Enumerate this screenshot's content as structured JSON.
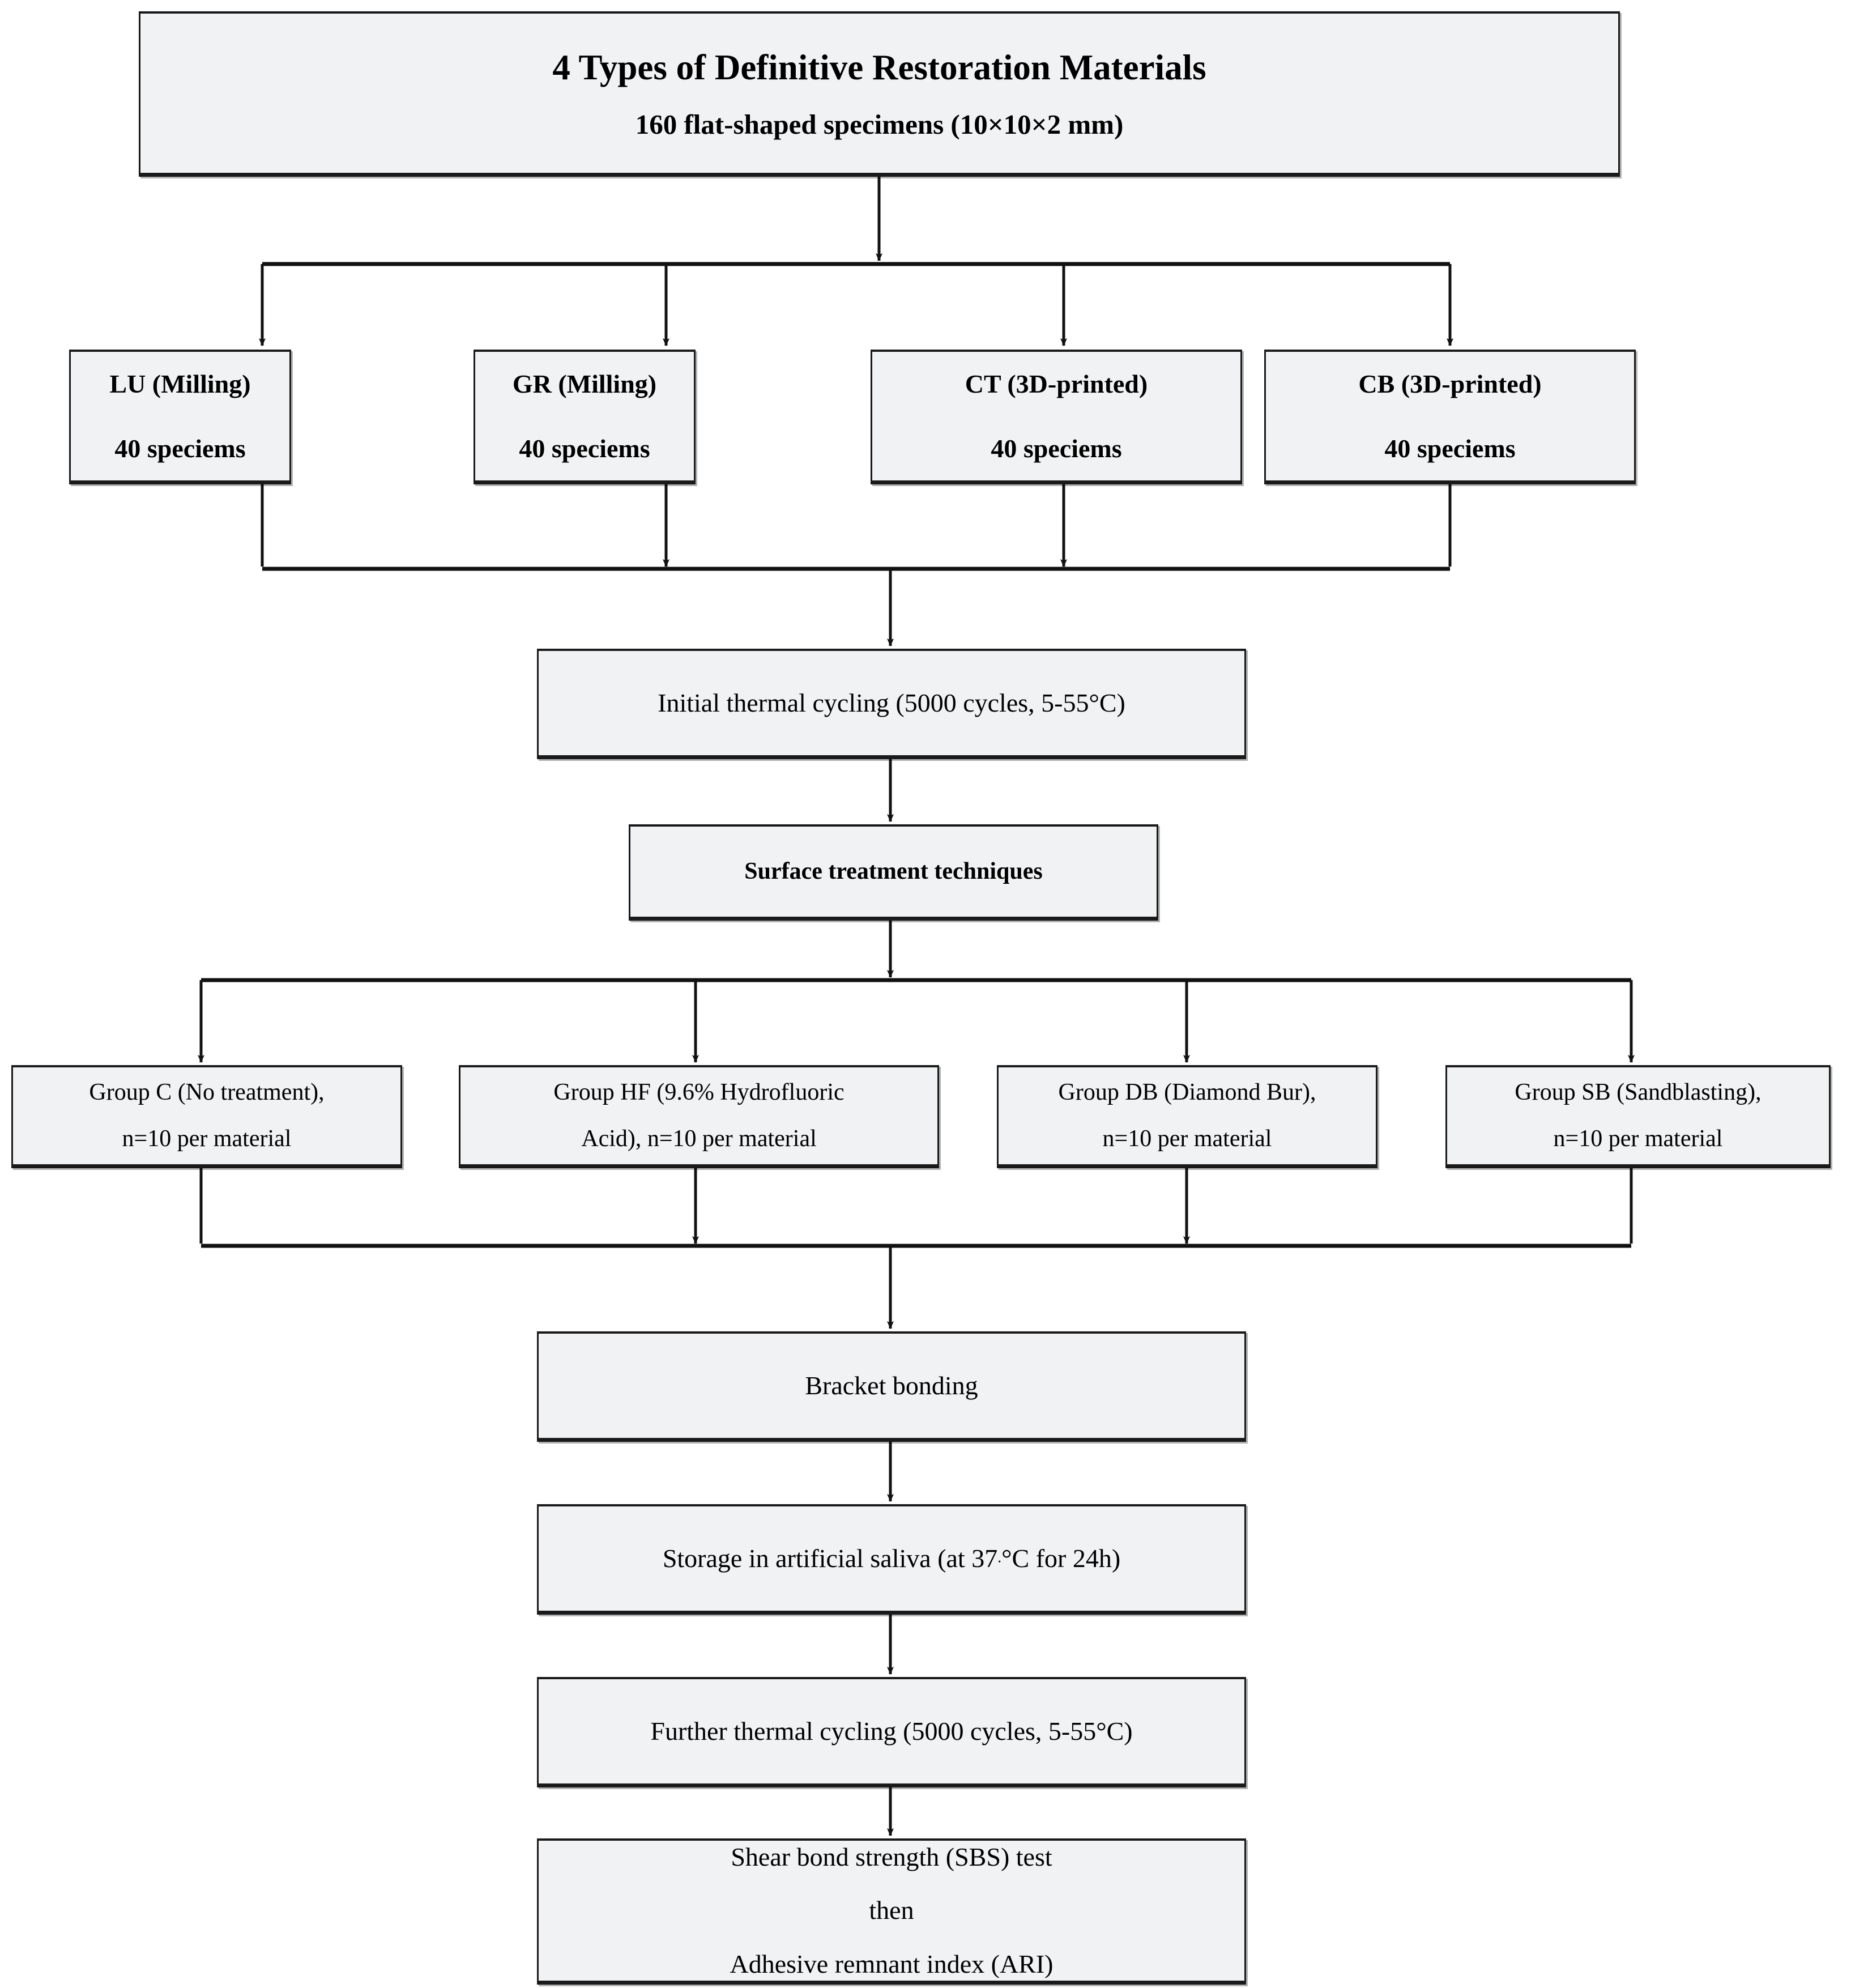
{
  "diagram": {
    "type": "flowchart",
    "title_box": {
      "title": "4 Types of Definitive Restoration Materials",
      "subtitle": "160 flat-shaped specimens (10×10×2 mm)"
    },
    "materials": [
      {
        "name": "LU (Milling)",
        "count": "40 speciems"
      },
      {
        "name": "GR (Milling)",
        "count": "40 speciems"
      },
      {
        "name": "CT (3D-printed)",
        "count": "40 speciems"
      },
      {
        "name": "CB (3D-printed)",
        "count": "40 speciems"
      }
    ],
    "initial_thermal_cycling": "Initial thermal cycling (5000 cycles, 5-55°C)",
    "surface_treatment": "Surface treatment techniques",
    "groups": [
      {
        "line1": "Group C (No treatment),",
        "line2": "n=10 per material"
      },
      {
        "line1": "Group HF (9.6% Hydrofluoric",
        "line2": "Acid), n=10 per material"
      },
      {
        "line1": "Group DB (Diamond Bur),",
        "line2": "n=10 per material"
      },
      {
        "line1": "Group SB (Sandblasting),",
        "line2": "n=10 per material"
      }
    ],
    "bracket_bonding": "Bracket bonding",
    "storage": {
      "pre": "Storage in artificial saliva (at 37",
      "degree_mark": ".",
      "post": "°C for 24h)"
    },
    "further_thermal_cycling": "Further thermal cycling (5000 cycles, 5-55°C)",
    "final_test": {
      "line1": "Shear bond strength (SBS) test",
      "line2": "then",
      "line3": "Adhesive remnant index (ARI)"
    },
    "colors": {
      "box_fill": "#f1f2f4",
      "box_stroke": "#1a1a1a",
      "text": "#000000",
      "background": "#ffffff"
    }
  }
}
